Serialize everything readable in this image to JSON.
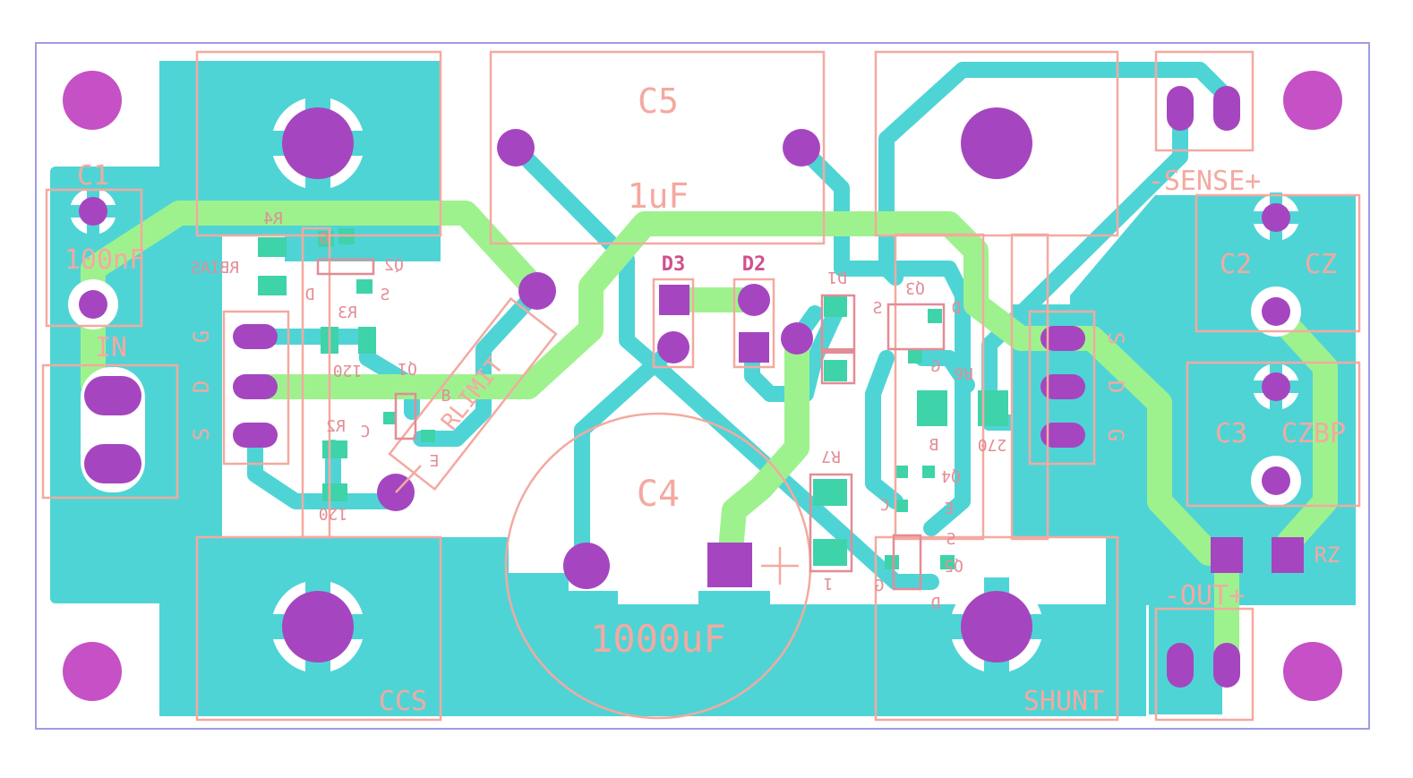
{
  "colors": {
    "outline": "#9f9de3",
    "copper_bottom": "#4fd4d6",
    "copper_top": "#9ef28e",
    "pad": "#a546c0",
    "mount_hole": "#c650c6",
    "smd_pad": "#3ed3a9",
    "silk_front": "#f4a9a0",
    "silk_back": "#e38c95",
    "copper_label": "#d0508e"
  },
  "silkscreen": {
    "c5_ref": "C5",
    "c5_value": "1uF",
    "c4_ref": "C4",
    "c4_value": "1000uF",
    "c4_polarity": "+",
    "c1_ref": "C1",
    "c1_value": "100nF",
    "in_label": "IN",
    "ccs_label": "CCS",
    "shunt_label": "SHUNT",
    "sense_label": "-SENSE+",
    "out_label": "-OUT+",
    "c2_ref": "C2",
    "cz_label": "CZ",
    "c3_ref": "C3",
    "czbp_label": "CZBP",
    "rz_label": "RZ",
    "rlimit_label": "RLIMIT",
    "d3_label": "D3",
    "d2_label": "D2",
    "left_pin_s": "S",
    "left_pin_d": "D",
    "left_pin_g": "G",
    "right_pin_s": "S",
    "right_pin_d": "D",
    "right_pin_g": "G",
    "q4_e": "E",
    "q5_1": "1"
  },
  "back_silk": {
    "r4": "R4",
    "rbias": "RBIAS",
    "q2": "Q2",
    "q2_g": "G",
    "q2_d": "D",
    "q2_s": "S",
    "r3": "R3",
    "r3_value": "120",
    "q1": "Q1",
    "q1_b": "B",
    "q1_c": "C",
    "q1_e": "E",
    "r2": "R2",
    "r2_value": "120",
    "d1": "D1",
    "q3": "Q3",
    "q3_d": "D",
    "q3_s": "S",
    "q3_g": "G",
    "r6": "R6",
    "r6_b": "B",
    "r6_value": "270",
    "r7": "R7",
    "q4": "Q4",
    "q4_c": "C",
    "q5": "Q5",
    "q5_s": "S",
    "q5_g": "G",
    "q5_d": "D"
  }
}
